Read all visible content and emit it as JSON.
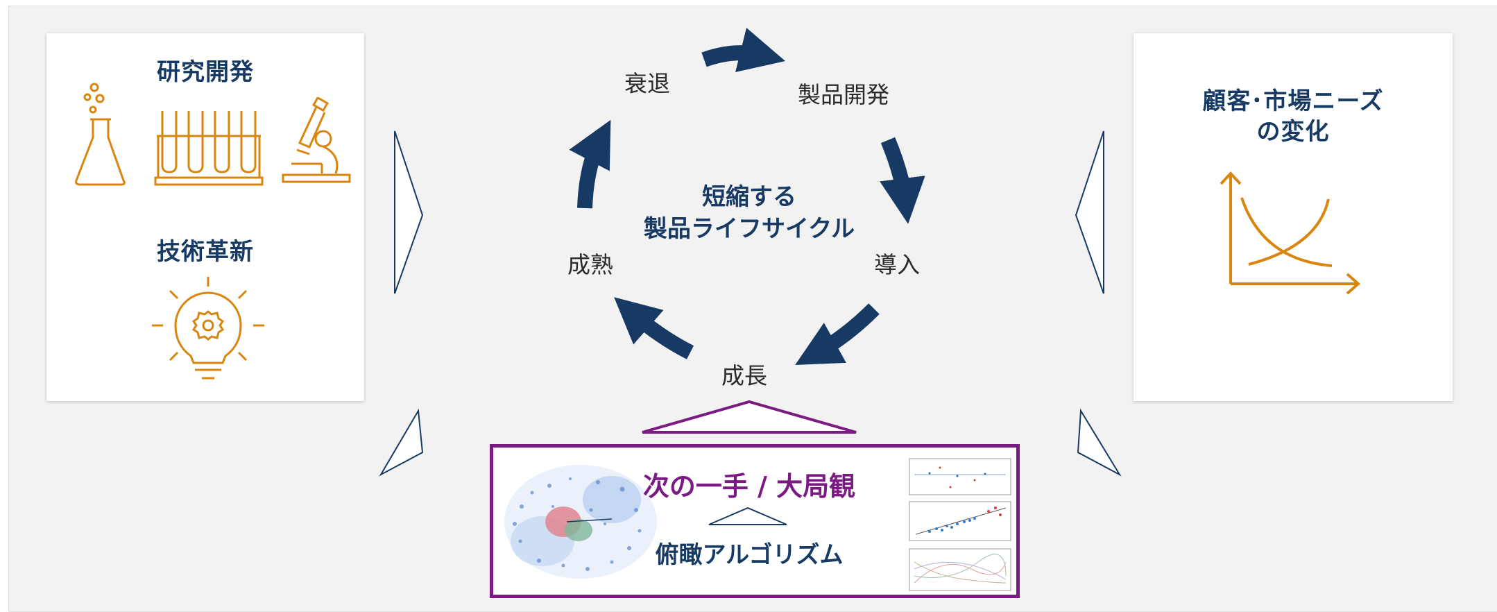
{
  "left_panel": {
    "research_title": "研究開発",
    "innovation_title": "技術革新"
  },
  "right_panel": {
    "needs_title_line1": "顧客･市場ニーズ",
    "needs_title_line2": "の変化"
  },
  "cycle": {
    "center_line1": "短縮する",
    "center_line2": "製品ライフサイクル",
    "stages": {
      "decline": "衰退",
      "product_development": "製品開発",
      "introduction": "導入",
      "growth": "成長",
      "maturity": "成熟"
    }
  },
  "bottom_box": {
    "next_move_title": "次の一手 / 大局観",
    "algorithm_title": "俯瞰アルゴリズム"
  },
  "colors": {
    "navy": "#163a63",
    "orange": "#d9860f",
    "purple": "#7a1a82"
  }
}
